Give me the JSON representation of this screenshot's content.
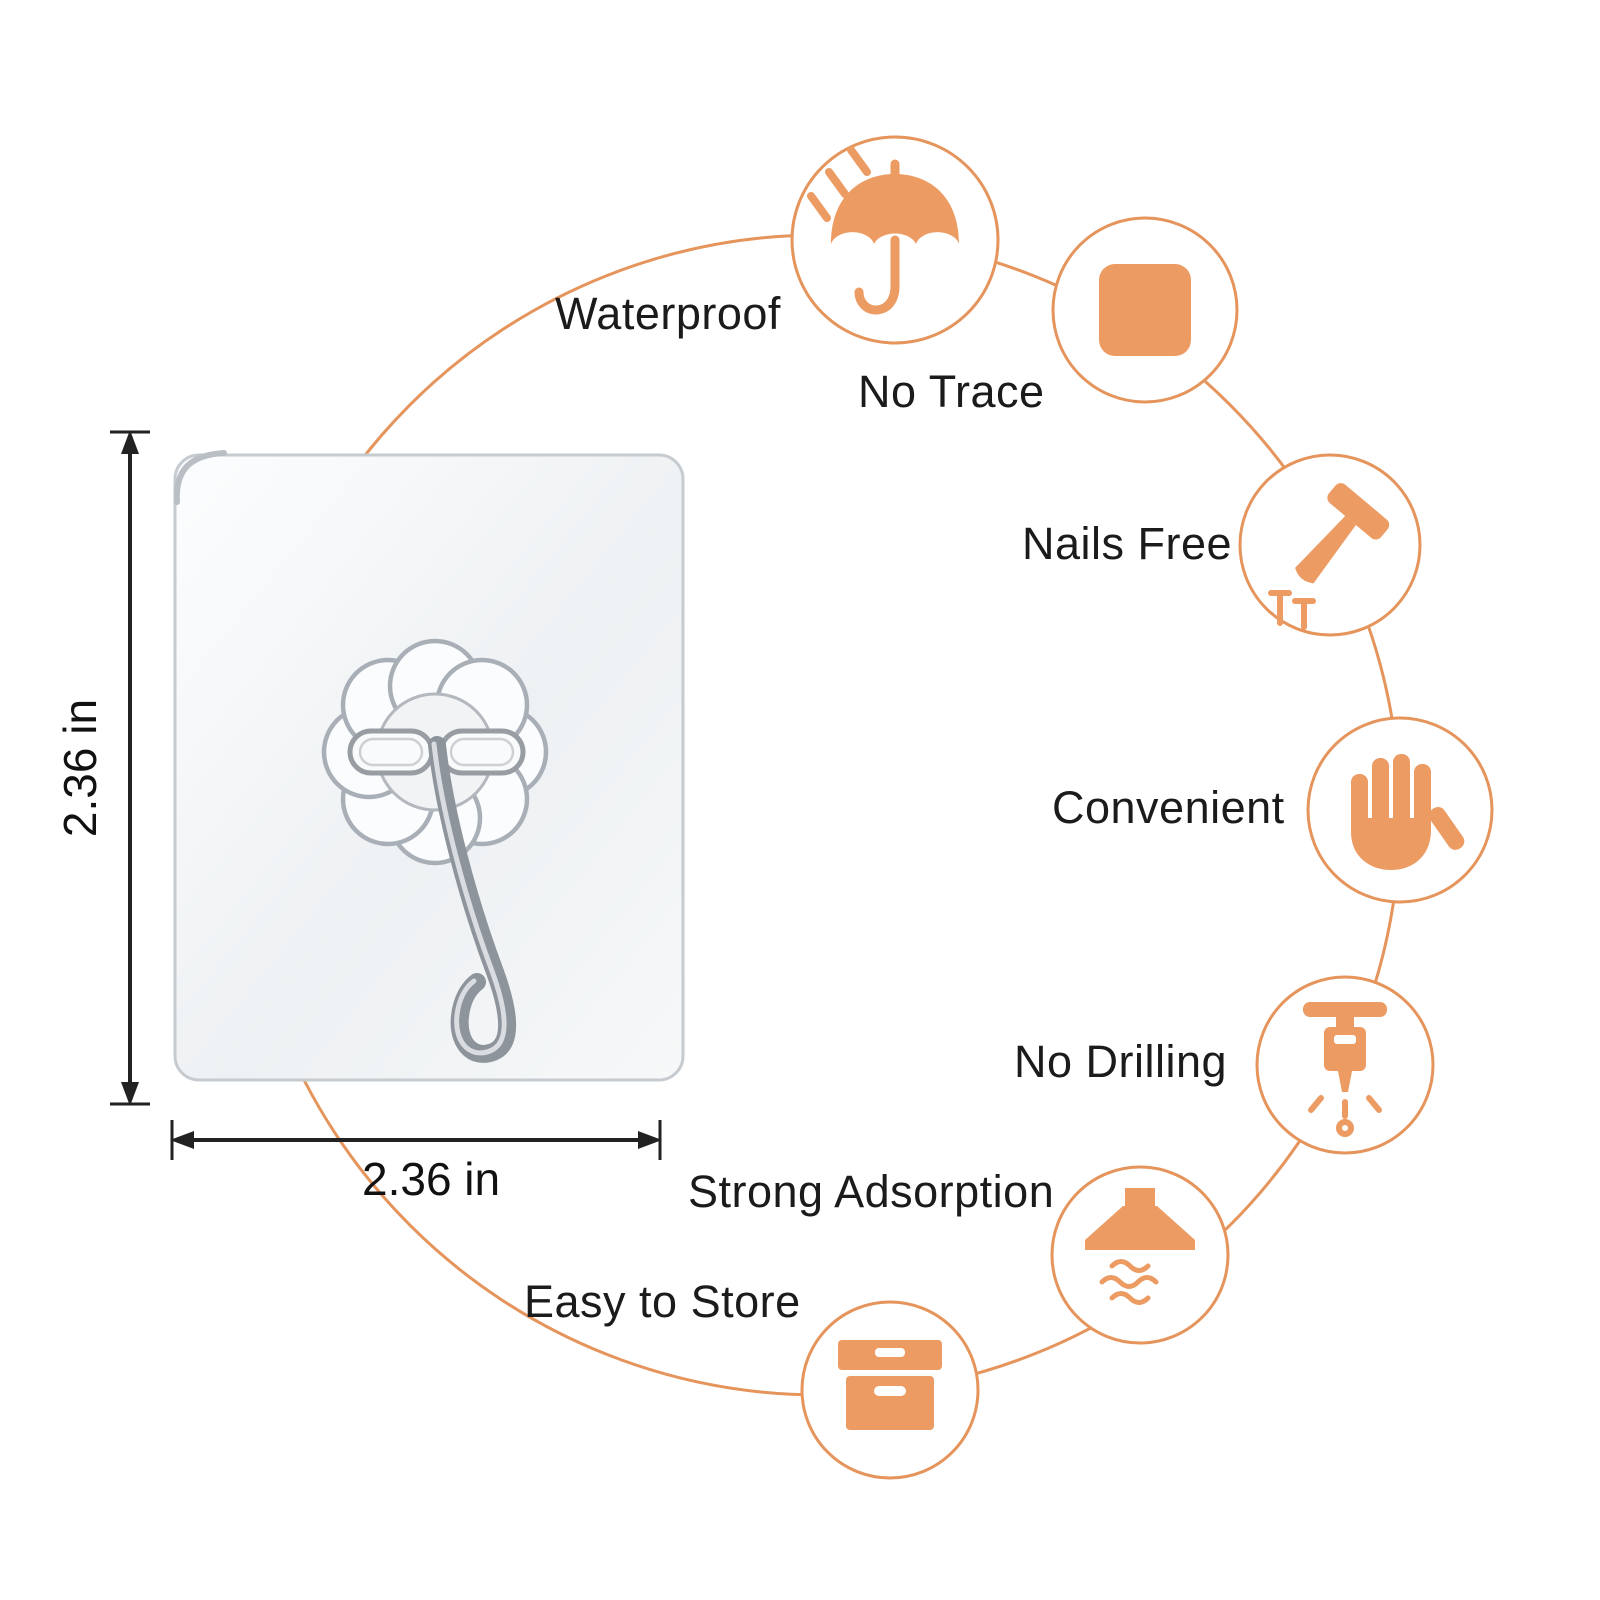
{
  "colors": {
    "accent_orange": "#EC9B62",
    "circle_stroke": "#E5945C",
    "text": "#1B1B1B"
  },
  "product": {
    "height_label": "2.36 in",
    "width_label": "2.36 in"
  },
  "features": [
    {
      "label": "Waterproof",
      "icon": "umbrella-rain-icon"
    },
    {
      "label": "No Trace",
      "icon": "adhesive-pad-icon"
    },
    {
      "label": "Nails Free",
      "icon": "hammer-nails-icon"
    },
    {
      "label": "Convenient",
      "icon": "hand-icon"
    },
    {
      "label": "No Drilling",
      "icon": "jackhammer-icon"
    },
    {
      "label": "Strong Adsorption",
      "icon": "range-hood-icon"
    },
    {
      "label": "Easy to Store",
      "icon": "storage-box-icon"
    }
  ]
}
